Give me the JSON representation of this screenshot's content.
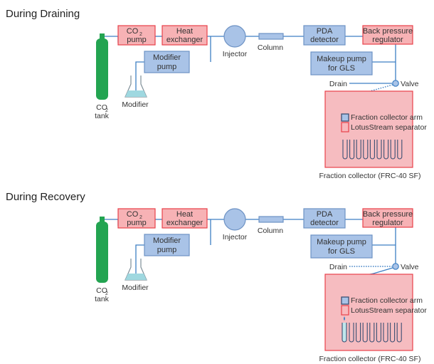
{
  "colors": {
    "red_fill": "#f7b2b5",
    "red_stroke": "#e8414a",
    "blue_fill": "#a9c3e7",
    "blue_stroke": "#6d92c4",
    "line": "#3d7fc4",
    "tank": "#23a451",
    "collector_fill": "#f6bcc0"
  },
  "sections": [
    {
      "title": "During Draining",
      "co2_pump": {
        "line1": "CO",
        "sub": "2",
        "line2": "pump"
      },
      "heat_exchanger": {
        "line1": "Heat",
        "line2": "exchanger"
      },
      "injector": "Injector",
      "column": "Column",
      "pda_detector": {
        "line1": "PDA",
        "line2": "detector"
      },
      "back_pressure_regulator": {
        "line1": "Back pressure",
        "line2": "regulator"
      },
      "modifier_pump": {
        "line1": "Modifier",
        "line2": "pump"
      },
      "makeup_pump": {
        "line1": "Makeup pump",
        "line2": "for GLS"
      },
      "co2_tank": {
        "line1": "CO",
        "sub": "2",
        "line2": "tank"
      },
      "modifier": "Modifier",
      "drain": "Drain",
      "valve": "Valve",
      "collector_arm": "Fraction collector arm",
      "separator": "LotusStream separator",
      "fraction_collector": "Fraction collector (FRC-40 SF)",
      "drain_line_style": "solid",
      "valve_to_arm_style": "dotted"
    },
    {
      "title": "During Recovery",
      "co2_pump": {
        "line1": "CO",
        "sub": "2",
        "line2": "pump"
      },
      "heat_exchanger": {
        "line1": "Heat",
        "line2": "exchanger"
      },
      "injector": "Injector",
      "column": "Column",
      "pda_detector": {
        "line1": "PDA",
        "line2": "detector"
      },
      "back_pressure_regulator": {
        "line1": "Back pressure",
        "line2": "regulator"
      },
      "modifier_pump": {
        "line1": "Modifier",
        "line2": "pump"
      },
      "makeup_pump": {
        "line1": "Makeup pump",
        "line2": "for GLS"
      },
      "co2_tank": {
        "line1": "CO",
        "sub": "2",
        "line2": "tank"
      },
      "modifier": "Modifier",
      "drain": "Drain",
      "valve": "Valve",
      "collector_arm": "Fraction collector arm",
      "separator": "LotusStream separator",
      "fraction_collector": "Fraction collector (FRC-40 SF)",
      "drain_line_style": "dotted",
      "valve_to_arm_style": "solid"
    }
  ]
}
